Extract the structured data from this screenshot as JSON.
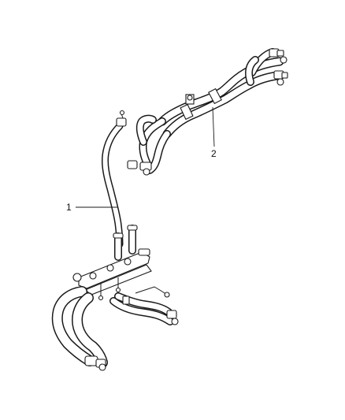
{
  "diagram": {
    "callouts": [
      {
        "id": "1",
        "label": "1"
      },
      {
        "id": "2",
        "label": "2"
      }
    ],
    "colors": {
      "line": "#1a1a1a",
      "background": "#ffffff"
    }
  }
}
